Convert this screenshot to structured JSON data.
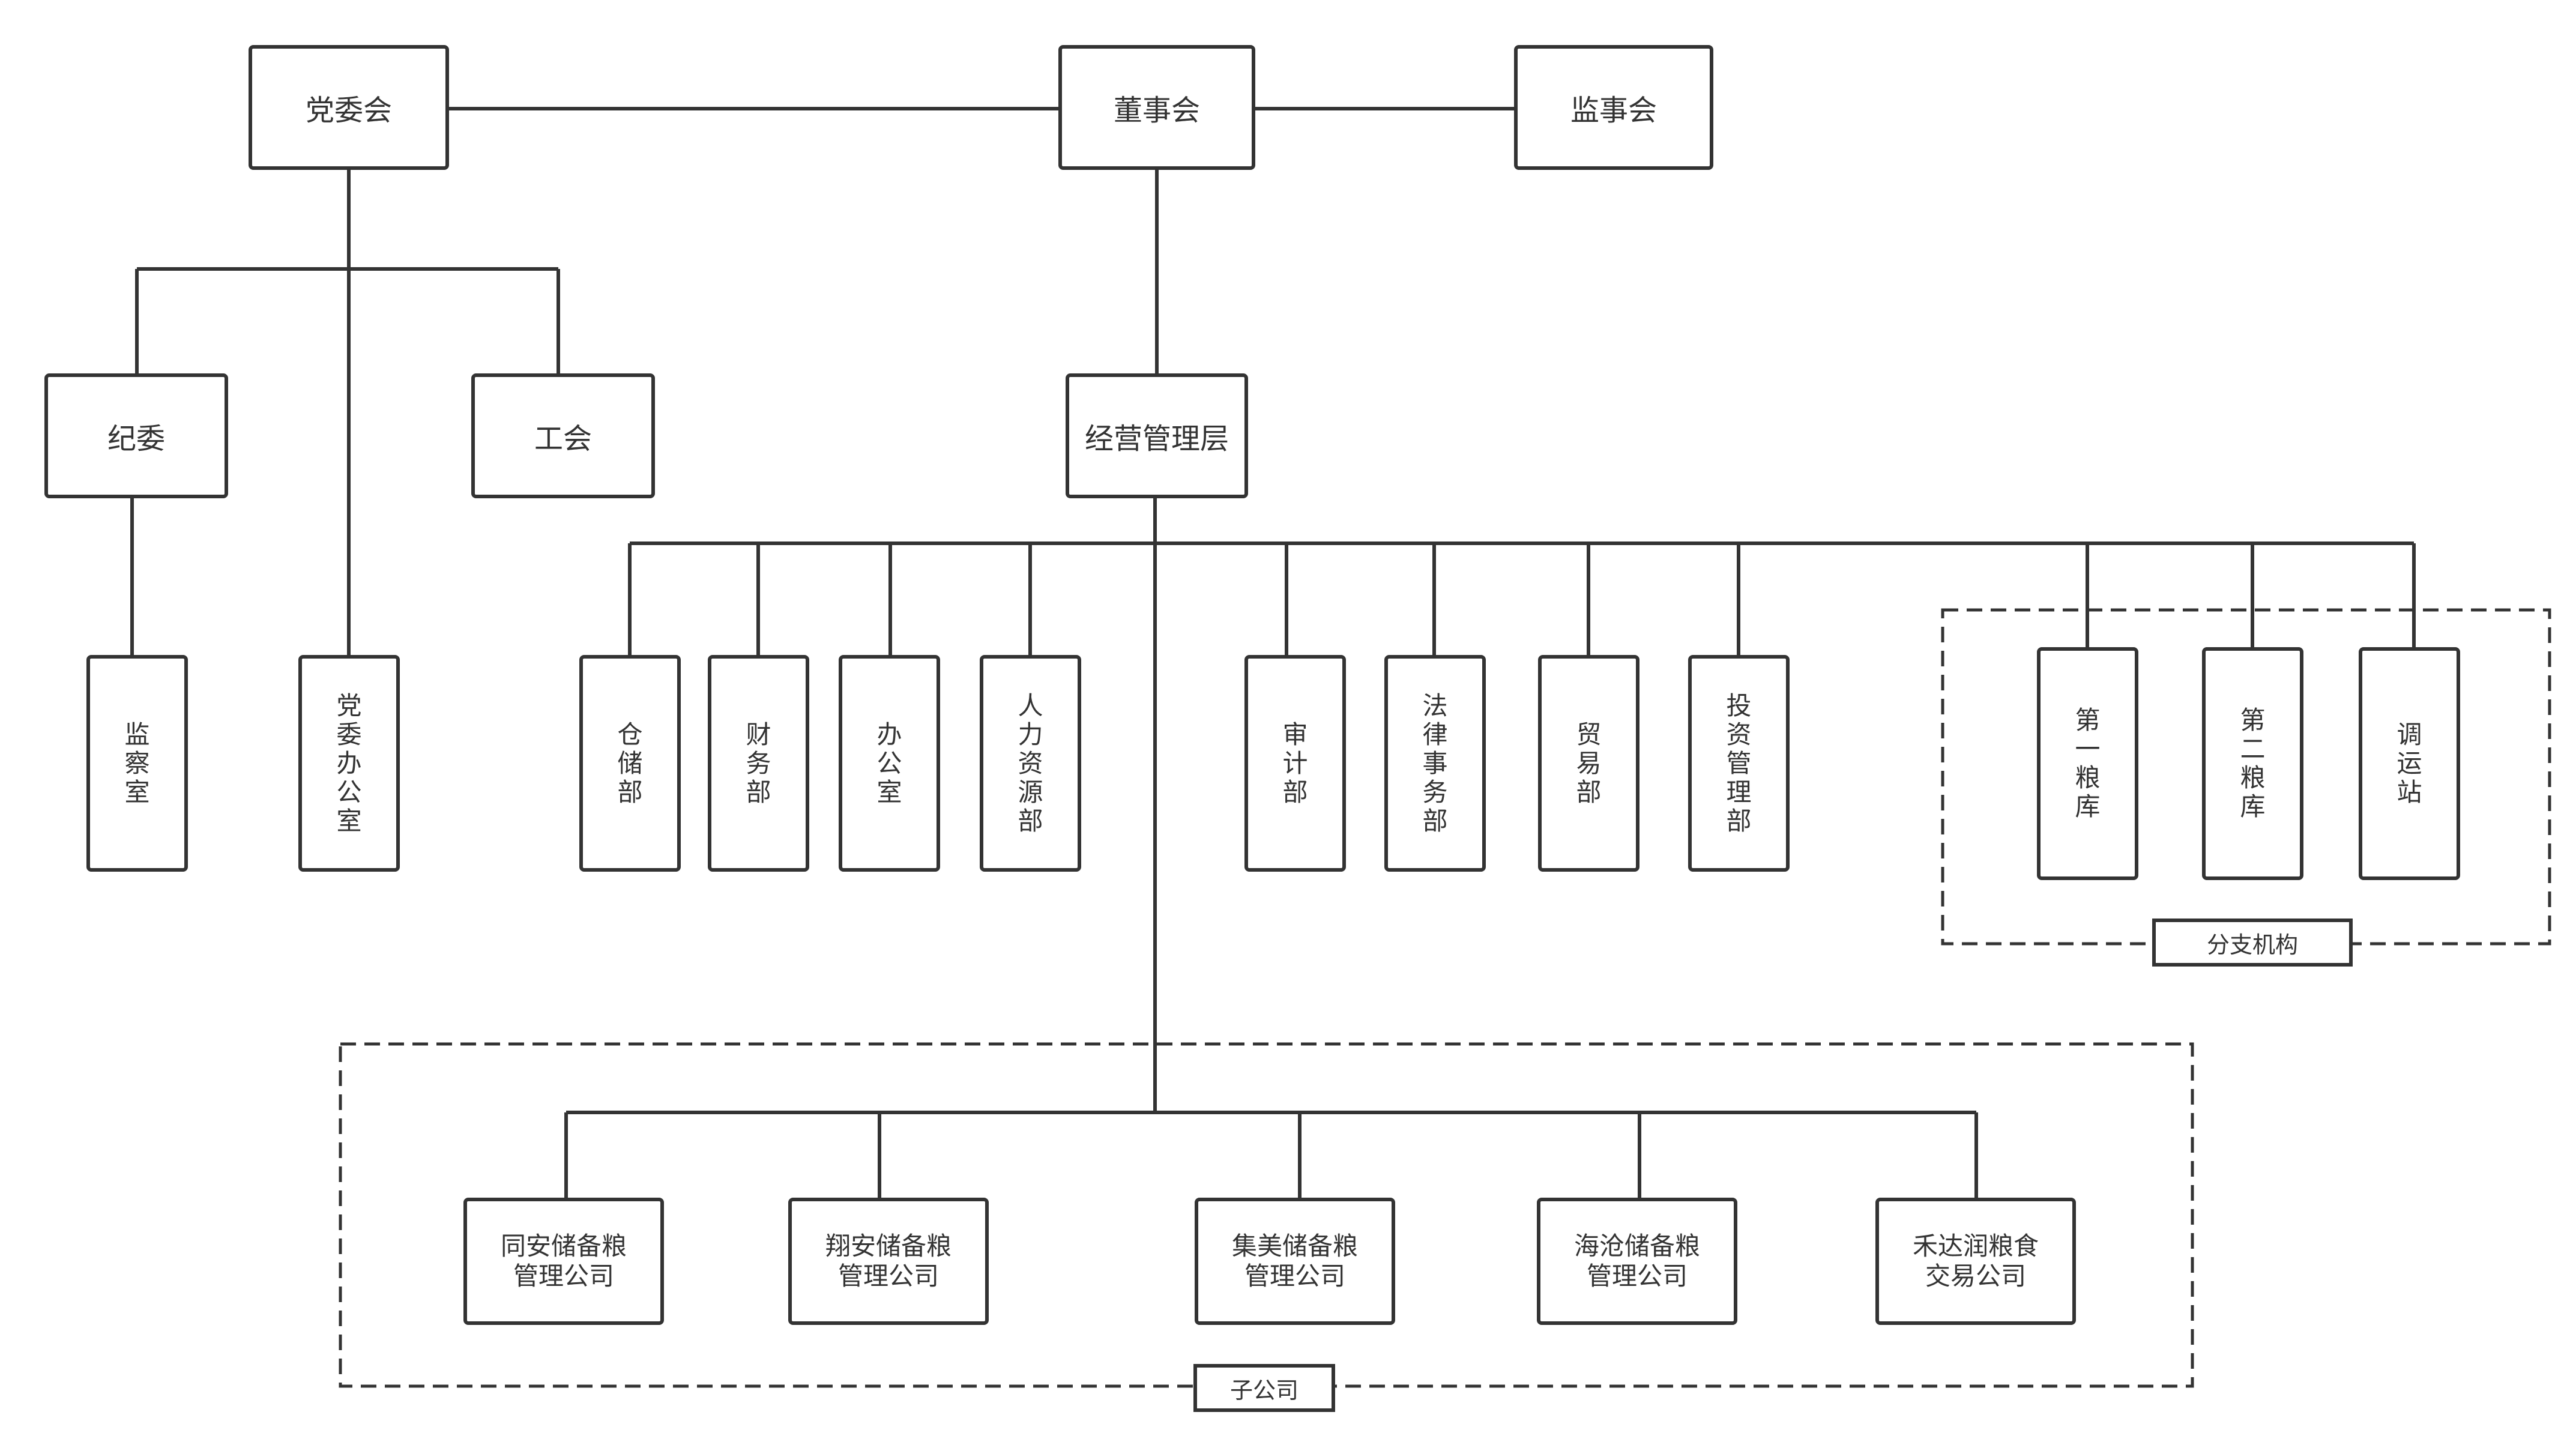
{
  "top": {
    "party_committee": "党委会",
    "board": "董事会",
    "supervisors": "监事会"
  },
  "party_side": {
    "discipline": "纪委",
    "union": "工会",
    "supervision_office": "监察室",
    "party_office": "党委办公室"
  },
  "management": "经营管理层",
  "departments": [
    "仓储部",
    "财务部",
    "办公室",
    "人力资源部",
    "审计部",
    "法律事务部",
    "贸易部",
    "投资管理部"
  ],
  "branches": {
    "label": "分支机构",
    "items": [
      "第一粮库",
      "第二粮库",
      "调运站"
    ]
  },
  "subsidiaries": {
    "label": "子公司",
    "items": [
      {
        "line1": "同安储备粮",
        "line2": "管理公司"
      },
      {
        "line1": "翔安储备粮",
        "line2": "管理公司"
      },
      {
        "line1": "集美储备粮",
        "line2": "管理公司"
      },
      {
        "line1": "海沧储备粮",
        "line2": "管理公司"
      },
      {
        "line1": "禾达润粮食",
        "line2": "交易公司"
      }
    ]
  }
}
